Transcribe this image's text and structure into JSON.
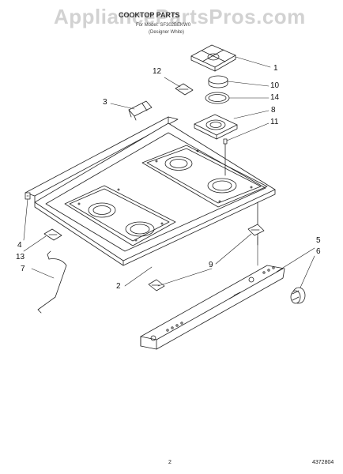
{
  "watermark": "AppliancePartsPros.com",
  "header": {
    "title": "COOKTOP PARTS",
    "model_line": "For Model: SF302BEKW0",
    "color_line": "(Designer White)"
  },
  "callouts": [
    {
      "id": "1",
      "label": "1"
    },
    {
      "id": "10",
      "label": "10"
    },
    {
      "id": "14",
      "label": "14"
    },
    {
      "id": "8",
      "label": "8"
    },
    {
      "id": "11",
      "label": "11"
    },
    {
      "id": "12",
      "label": "12"
    },
    {
      "id": "3",
      "label": "3"
    },
    {
      "id": "4",
      "label": "4"
    },
    {
      "id": "13",
      "label": "13"
    },
    {
      "id": "7",
      "label": "7"
    },
    {
      "id": "2",
      "label": "2"
    },
    {
      "id": "9",
      "label": "9"
    },
    {
      "id": "5",
      "label": "5"
    },
    {
      "id": "6",
      "label": "6"
    }
  ],
  "footer": {
    "page_number": "2",
    "doc_number": "4372804"
  }
}
